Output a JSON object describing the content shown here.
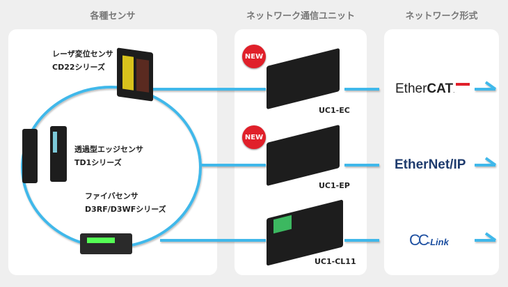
{
  "headers": {
    "sensors": "各種センサ",
    "units": "ネットワーク通信ユニット",
    "networks": "ネットワーク形式"
  },
  "sensors": [
    {
      "name": "レーザ変位センサ",
      "series": "CD22シリーズ"
    },
    {
      "name": "透過型エッジセンサ",
      "series": "TD1シリーズ"
    },
    {
      "name": "ファイバセンサ",
      "series": "D3RF/D3WFシリーズ"
    }
  ],
  "units": [
    {
      "name": "UC1-EC",
      "badge": "NEW"
    },
    {
      "name": "UC1-EP",
      "badge": "NEW"
    },
    {
      "name": "UC1-CL11"
    }
  ],
  "networks": [
    {
      "logo_a": "Ether",
      "logo_b": "CAT",
      "logo_r": "."
    },
    {
      "logo_a": "EtherNet/IP"
    },
    {
      "logo_a": "CC",
      "logo_b": "-Link"
    }
  ],
  "colors": {
    "line": "#3fb8ea",
    "new": "#e0202a",
    "ethercat_red": "#e0202a",
    "ethernetip_blue": "#1f3c6e",
    "cclink_blue": "#1d4fa0"
  }
}
